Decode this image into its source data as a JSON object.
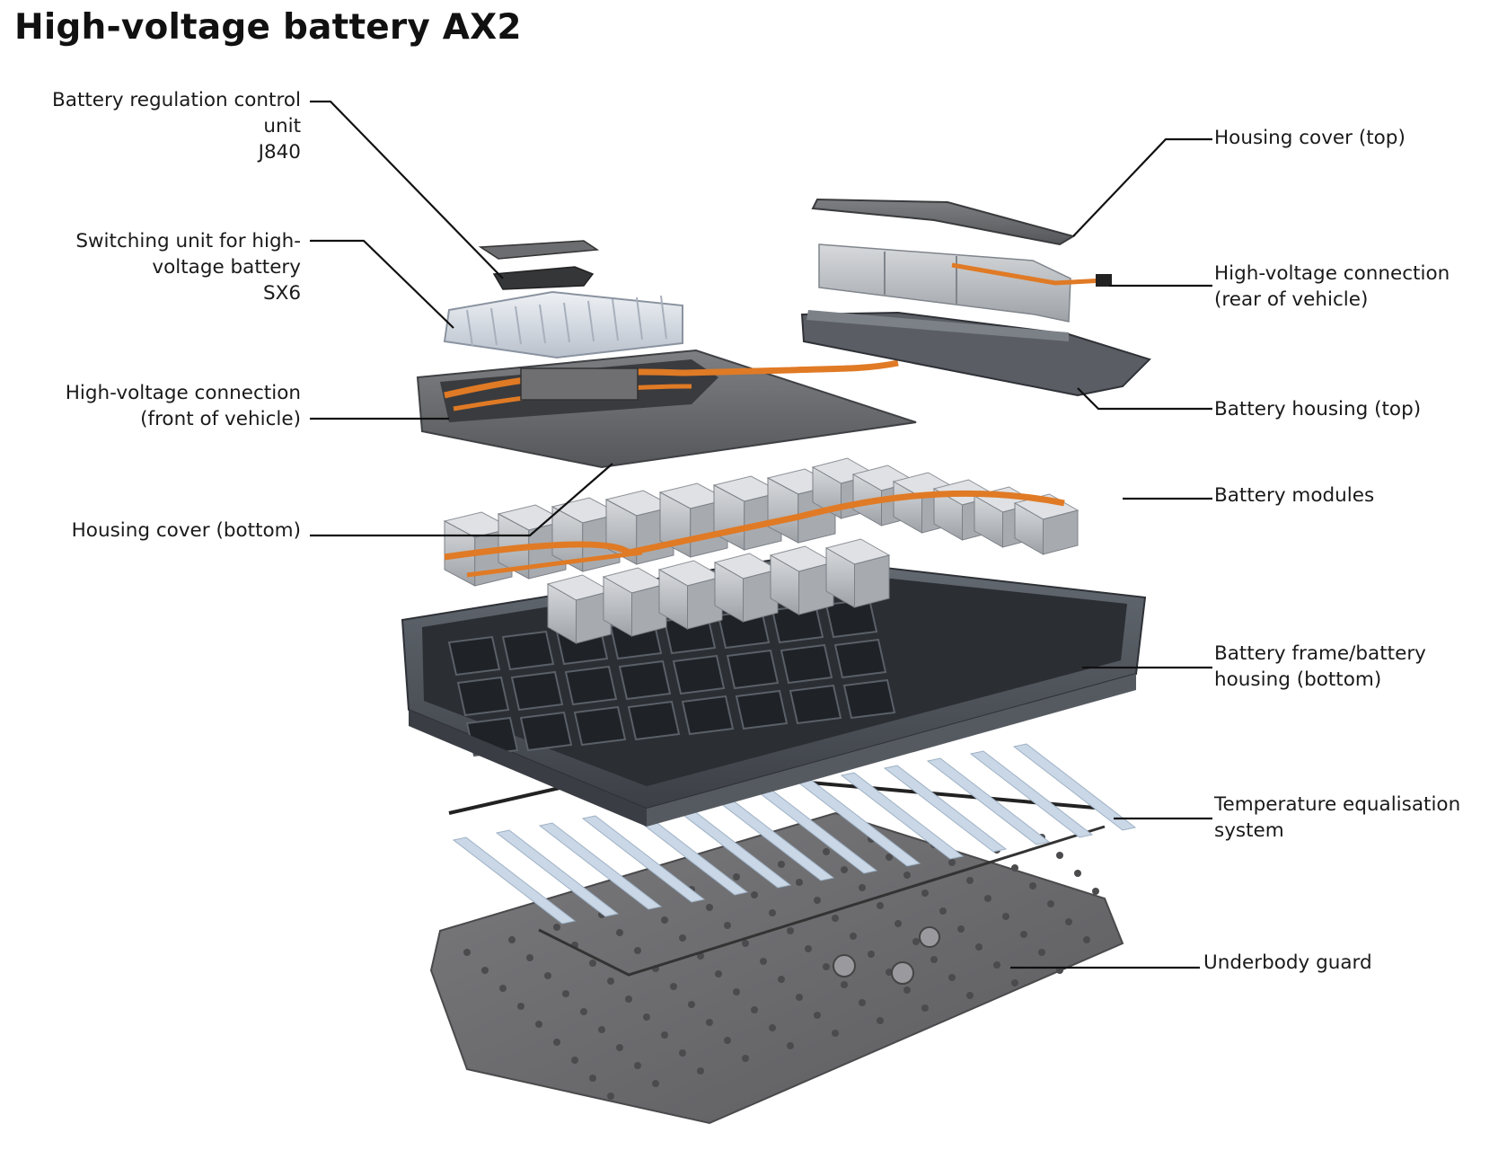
{
  "title": "High-voltage battery AX2",
  "labels": {
    "bmc": [
      "Battery regulation control",
      "unit",
      "J840"
    ],
    "switching": [
      "Switching unit for high-",
      "voltage battery",
      "SX6"
    ],
    "hv_front": [
      "High-voltage connection",
      "(front of vehicle)"
    ],
    "cover_bottom": [
      "Housing cover (bottom)"
    ],
    "cover_top": [
      "Housing cover (top)"
    ],
    "hv_rear": [
      "High-voltage connection",
      "(rear of vehicle)"
    ],
    "housing_top": [
      "Battery housing (top)"
    ],
    "modules": [
      "Battery modules"
    ],
    "frame": [
      "Battery frame/battery",
      "housing (bottom)"
    ],
    "temp": [
      "Temperature equalisation",
      "system"
    ],
    "guard": [
      "Underbody guard"
    ]
  },
  "colors": {
    "cable": "#e07a25",
    "module": "#b9bcc0",
    "frame": "#4f545b",
    "guard": "#6e6e70",
    "cooling": "#c7d6e6"
  }
}
